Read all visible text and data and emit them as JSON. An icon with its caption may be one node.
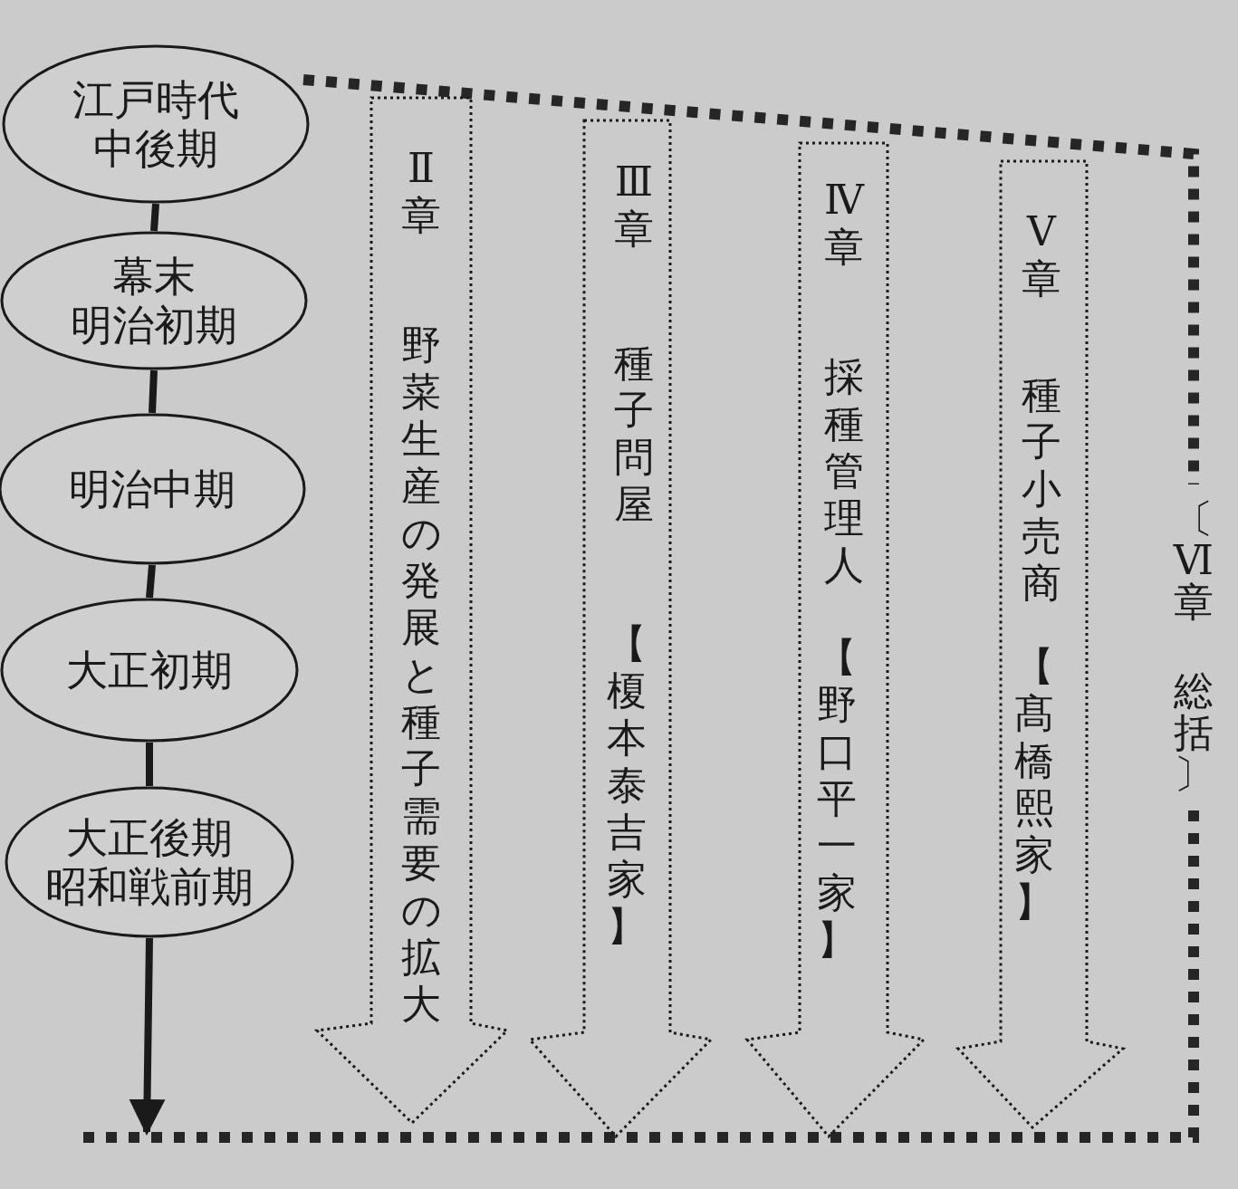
{
  "diagram": {
    "nodes": [
      {
        "text": [
          "江戸時代中後期"
        ]
      },
      {
        "text": [
          "幕末明治初期"
        ]
      },
      {
        "text": [
          "明治中期"
        ]
      },
      {
        "text": [
          "大正初期"
        ]
      },
      {
        "text": [
          "大正後期昭和戦前期"
        ]
      },
      {
        "text": [
          "〔Ⅵ章",
          "総括〕"
        ]
      },
      {
        "text": [
          "Ⅱ章",
          "野菜生産の発展と種子需要の拡大"
        ],
        "in": 5
      },
      {
        "text": [
          "Ⅲ章",
          "種子問屋",
          "【榎本泰吉家】"
        ],
        "in": 5
      },
      {
        "text": [
          "Ⅳ章",
          "採種管理人",
          "【野口平一家】"
        ],
        "in": 5
      },
      {
        "text": [
          "Ⅴ章",
          "種子小売商",
          "【髙橋熙家】"
        ],
        "in": 5
      }
    ],
    "edges": [
      {
        "from": 0,
        "to": 1,
        "arrow": "none"
      },
      {
        "from": 1,
        "to": 2,
        "arrow": "none"
      },
      {
        "from": 2,
        "to": 3,
        "arrow": "none"
      },
      {
        "from": 3,
        "to": 4,
        "arrow": "none"
      },
      {
        "from": 4,
        "to": 5,
        "arrow": "to"
      }
    ]
  }
}
